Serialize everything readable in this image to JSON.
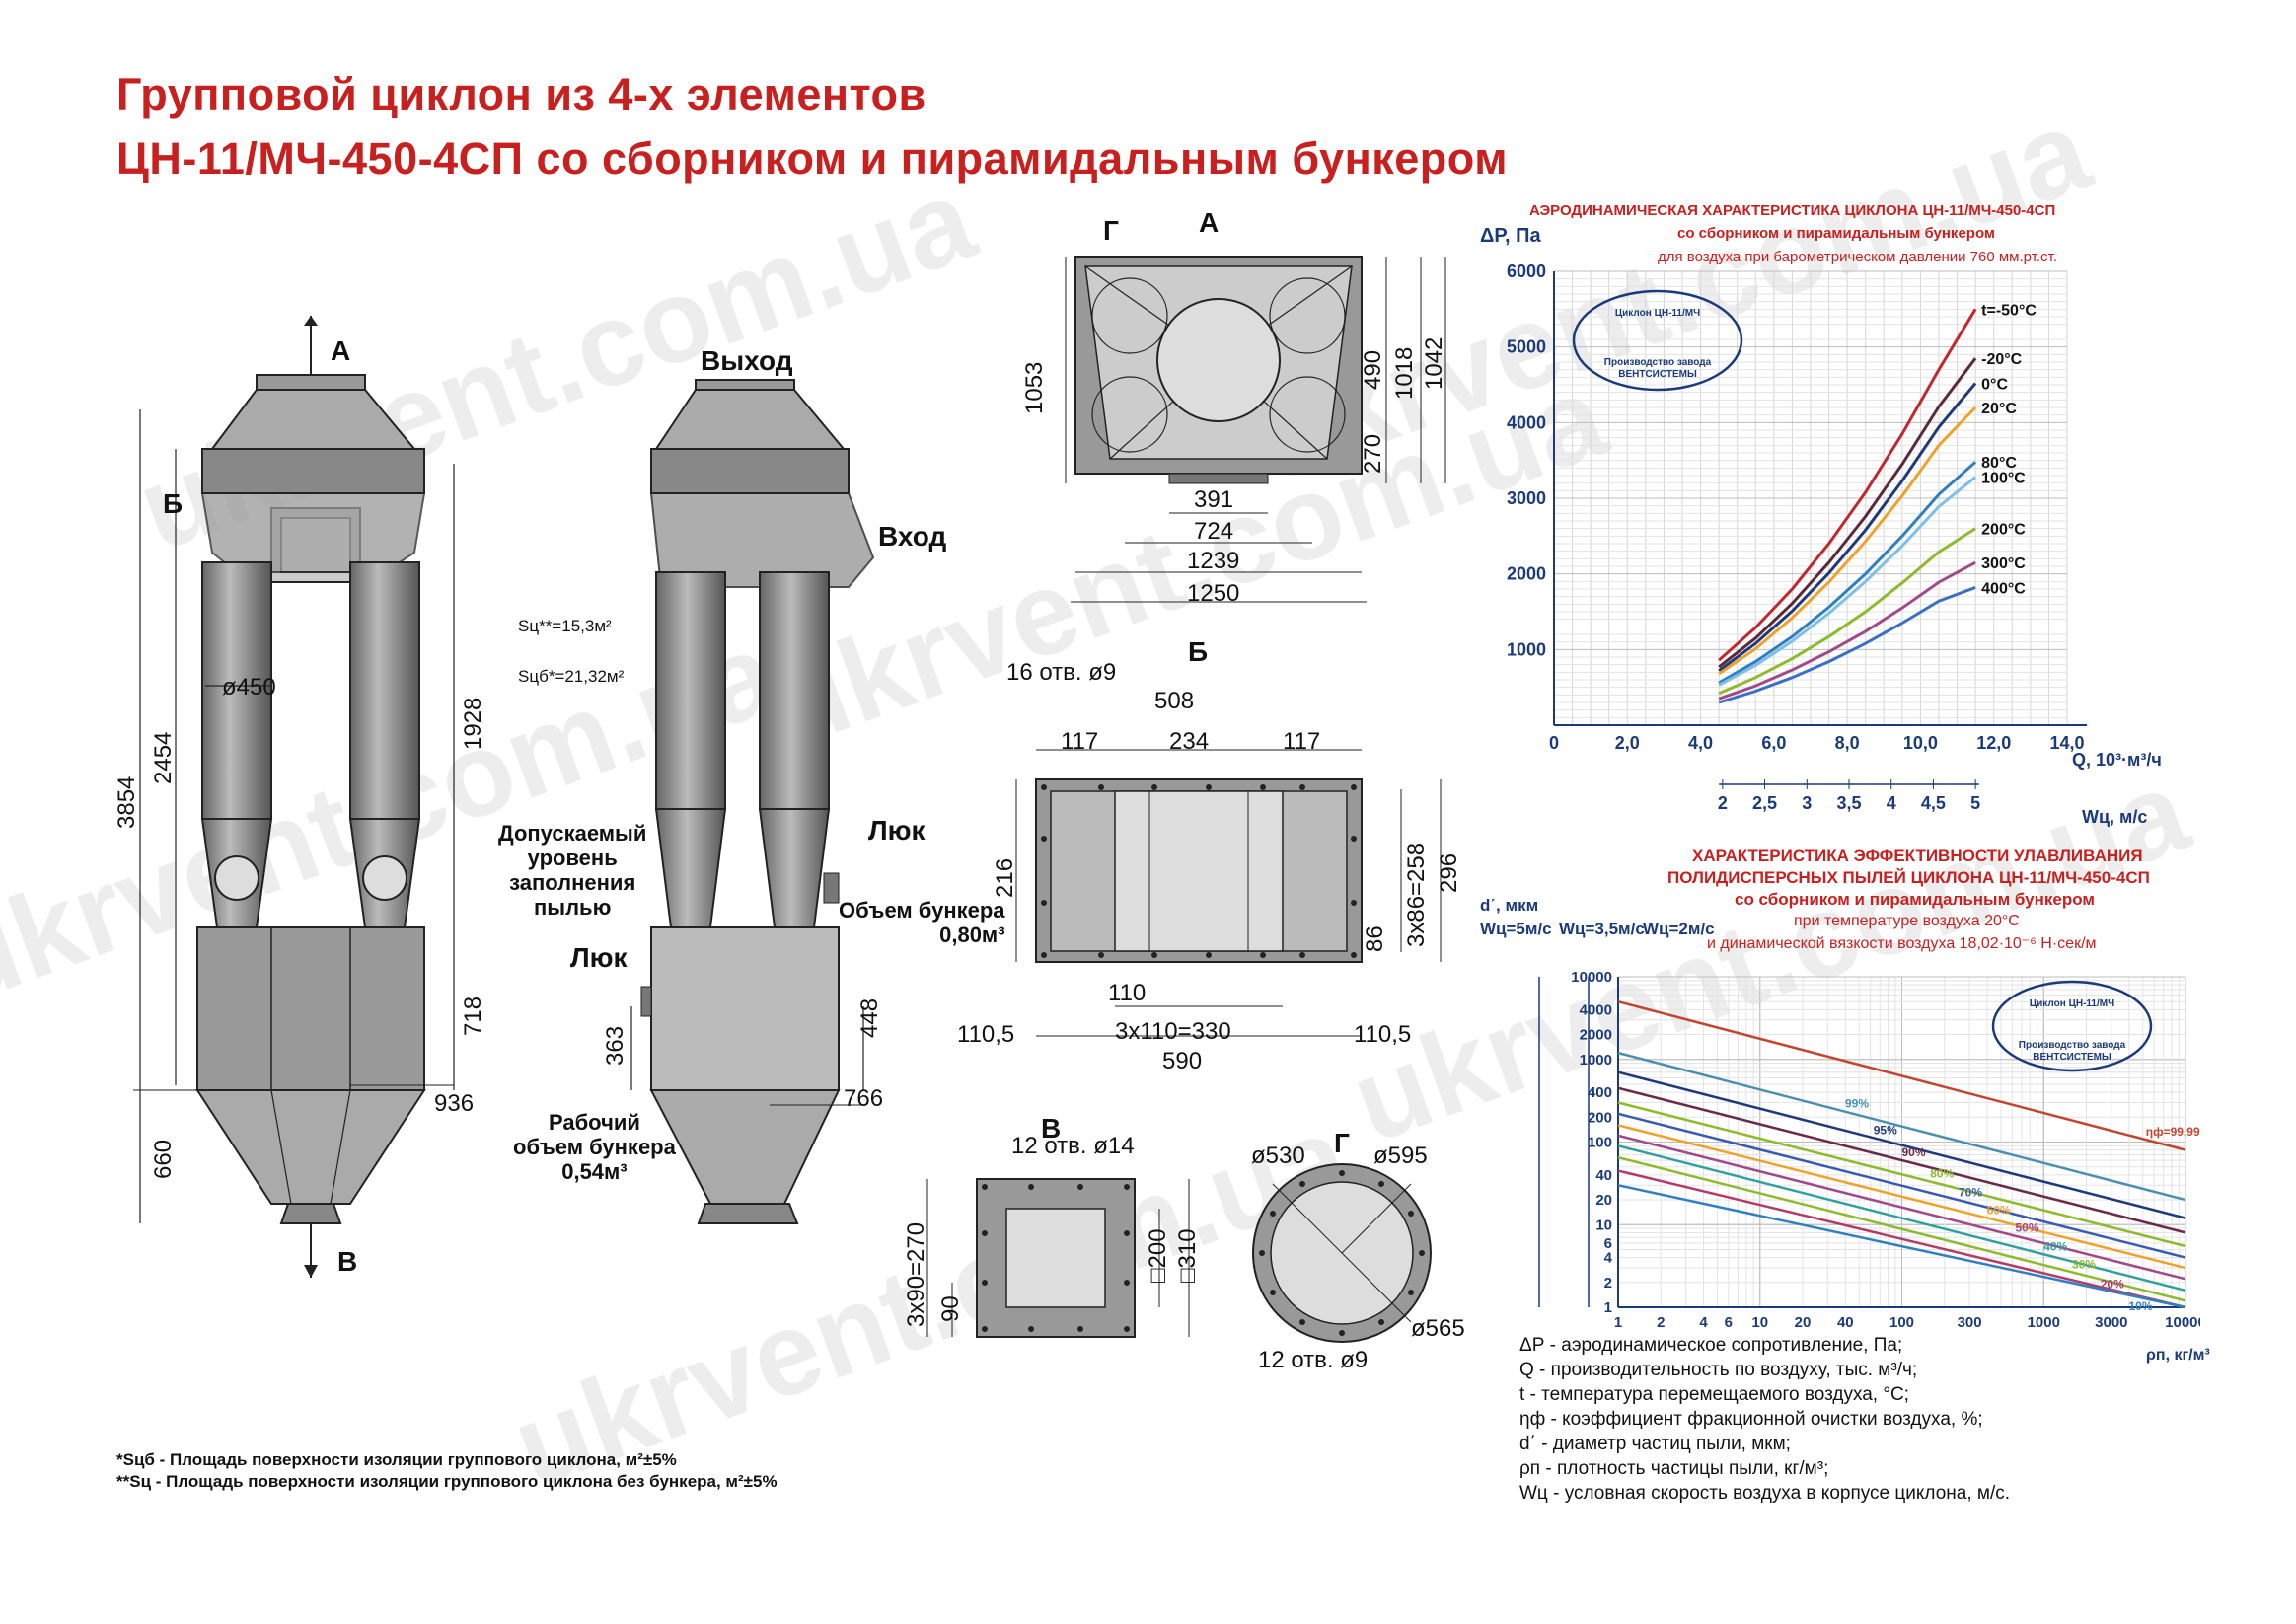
{
  "title_line1": "Групповой циклон из 4-х элементов",
  "title_line2": "ЦН-11/МЧ-450-4СП со сборником и пирамидальным бункером",
  "watermark": "ukrvent.com.ua",
  "views": {
    "front": {
      "label_A": "А",
      "label_B": "Б",
      "label_V": "В",
      "dia": "ø450",
      "dims": [
        "3854",
        "2454",
        "1928",
        "718",
        "660",
        "936"
      ]
    },
    "side": {
      "exit": "Выход",
      "entry": "Вход",
      "hatch1": "Люк",
      "hatch2": "Люк",
      "area1": "Sц**=15,3м²",
      "area2": "Sцб*=21,32м²",
      "fill_level": [
        "Допускаемый",
        "уровень",
        "заполнения",
        "пылью"
      ],
      "bunker_volume": [
        "Объем бункера",
        "0,80м³"
      ],
      "work_volume": [
        "Рабочий",
        "объем бункера",
        "0,54м³"
      ],
      "dims": [
        "363",
        "448",
        "766"
      ]
    },
    "top_A": {
      "label_G": "Г",
      "label_A": "А",
      "dims": [
        "1053",
        "490",
        "1018",
        "1042",
        "270",
        "391",
        "724",
        "1239",
        "1250"
      ]
    },
    "flange_B": {
      "label": "Б",
      "holes": "16 отв. ø9",
      "dims": [
        "508",
        "117",
        "234",
        "117",
        "216",
        "3x86=258",
        "296",
        "86",
        "110",
        "110,5",
        "3x110=330",
        "110,5",
        "590"
      ]
    },
    "flange_V": {
      "label": "В",
      "holes": "12 отв. ø14",
      "dims": [
        "3x90=270",
        "90",
        "□200",
        "□310"
      ]
    },
    "flange_G": {
      "label": "Г",
      "holes": "12 отв. ø9",
      "dims": [
        "ø530",
        "ø595",
        "ø565"
      ]
    }
  },
  "chart1_text": {
    "title": "АЭРОДИНАМИЧЕСКАЯ  ХАРАКТЕРИСТИКА  ЦИКЛОНА  ЦН-11/МЧ-450-4СП",
    "sub": "со сборником и пирамидальным бункером",
    "note": "для воздуха при барометрическом давлении 760 мм.рт.ст.",
    "ylabel": "ΔР, Па",
    "xlabel": "Q, 10³·м³/ч",
    "x2label": "Wц, м/с",
    "x2_ticks": [
      "2",
      "2,5",
      "3",
      "3,5",
      "4",
      "4,5",
      "5"
    ],
    "stamp": [
      "Циклон ЦН-11/МЧ",
      "Производство завода",
      "ВЕНТСИСТЕМЫ"
    ]
  },
  "chart2_text": {
    "title": "ХАРАКТЕРИСТИКА  ЭФФЕКТИВНОСТИ  УЛАВЛИВАНИЯ",
    "sub1": "ПОЛИДИСПЕРСНЫХ ПЫЛЕЙ ЦИКЛОНА ЦН-11/МЧ-450-4СП",
    "sub2": "со сборником и пирамидальным бункером",
    "note1": "при температуре воздуха 20°С",
    "note2": "и динамической вязкости воздуха  18,02·10⁻⁶ Н·сек/м",
    "ylabel": "d΄, мкм",
    "w_labels": [
      "Wц=5м/с",
      "Wц=3,5м/с",
      "Wц=2м/с"
    ],
    "xlabel": "ρп, кг/м³",
    "stamp": [
      "Циклон ЦН-11/МЧ",
      "Производство завода",
      "ВЕНТСИСТЕМЫ"
    ]
  },
  "chart_data": [
    {
      "type": "line",
      "title": "АЭРОДИНАМИЧЕСКАЯ  ХАРАКТЕРИСТИКА  ЦИКЛОНА  ЦН-11/МЧ-450-4СП",
      "xlabel": "Q, 10³·м³/ч",
      "ylabel": "ΔР, Па",
      "xlim": [
        0,
        14
      ],
      "ylim": [
        0,
        6000
      ],
      "x_ticks": [
        "0",
        "2,0",
        "4,0",
        "6,0",
        "8,0",
        "10,0",
        "12,0",
        "14,0"
      ],
      "y_ticks": [
        "1000",
        "2000",
        "3000",
        "4000",
        "5000",
        "6000"
      ],
      "x": [
        4.5,
        5.5,
        6.5,
        7.5,
        8.5,
        9.5,
        10.5,
        11.5
      ],
      "grid": true,
      "series": [
        {
          "name": "t=-50°С",
          "color": "#c2272d",
          "values": [
            860,
            1290,
            1800,
            2400,
            3080,
            3850,
            4700,
            5500
          ]
        },
        {
          "name": "-20°С",
          "color": "#5a2a3a",
          "values": [
            770,
            1150,
            1610,
            2150,
            2760,
            3450,
            4210,
            4850
          ]
        },
        {
          "name": "0°С",
          "color": "#1e3a7a",
          "values": [
            720,
            1080,
            1510,
            2010,
            2580,
            3230,
            3940,
            4520
          ]
        },
        {
          "name": "20°С",
          "color": "#f0a12a",
          "values": [
            680,
            1010,
            1420,
            1890,
            2430,
            3030,
            3700,
            4200
          ]
        },
        {
          "name": "80°С",
          "color": "#2f7fc1",
          "values": [
            560,
            840,
            1170,
            1560,
            2000,
            2500,
            3050,
            3480
          ]
        },
        {
          "name": "100°С",
          "color": "#7fbfe6",
          "values": [
            530,
            790,
            1110,
            1480,
            1900,
            2370,
            2890,
            3280
          ]
        },
        {
          "name": "200°С",
          "color": "#8dbb2d",
          "values": [
            420,
            630,
            880,
            1170,
            1500,
            1880,
            2290,
            2600
          ]
        },
        {
          "name": "300°С",
          "color": "#a04a8a",
          "values": [
            350,
            520,
            730,
            970,
            1240,
            1550,
            1890,
            2150
          ]
        },
        {
          "name": "400°С",
          "color": "#3a6fc5",
          "values": [
            300,
            450,
            630,
            840,
            1080,
            1350,
            1640,
            1820
          ]
        }
      ]
    },
    {
      "type": "line",
      "title": "ХАРАКТЕРИСТИКА  ЭФФЕКТИВНОСТИ  УЛАВЛИВАНИЯ",
      "xlabel": "ρп, кг/м³",
      "ylabel": "d΄, мкм",
      "x_scale": "log",
      "y_scale": "log",
      "xlim": [
        1,
        10000
      ],
      "ylim": [
        1,
        10000
      ],
      "x_ticks": [
        "1",
        "2",
        "4",
        "6",
        "10",
        "20",
        "40",
        "100",
        "300",
        "1000",
        "3000",
        "10000"
      ],
      "y_ticks": [
        "1",
        "2",
        "4",
        "6",
        "10",
        "20",
        "40",
        "100",
        "200",
        "400",
        "1000",
        "2000",
        "4000",
        "10000"
      ],
      "x": [
        1,
        10000
      ],
      "grid": true,
      "series": [
        {
          "name": "ηф=99,99%",
          "color": "#c2462d",
          "values": [
            5000,
            80
          ]
        },
        {
          "name": "99%",
          "color": "#4b8fb0",
          "values": [
            1200,
            20
          ]
        },
        {
          "name": "95%",
          "color": "#1e3a7a",
          "values": [
            700,
            12
          ]
        },
        {
          "name": "90%",
          "color": "#6a2a4a",
          "values": [
            450,
            8
          ]
        },
        {
          "name": "80%",
          "color": "#8dbb2d",
          "values": [
            300,
            5.5
          ]
        },
        {
          "name": "70%",
          "color": "#3a5ab0",
          "values": [
            220,
            4
          ]
        },
        {
          "name": "60%",
          "color": "#f0a12a",
          "values": [
            160,
            3
          ]
        },
        {
          "name": "50%",
          "color": "#a04a8a",
          "values": [
            120,
            2.2
          ]
        },
        {
          "name": "40%",
          "color": "#2f9f9f",
          "values": [
            90,
            1.6
          ]
        },
        {
          "name": "30%",
          "color": "#8dbb2d",
          "values": [
            65,
            1.2
          ]
        },
        {
          "name": "20%",
          "color": "#b43a6a",
          "values": [
            45,
            0.85
          ]
        },
        {
          "name": "10%",
          "color": "#2f7fc1",
          "values": [
            30,
            0.55
          ]
        }
      ]
    }
  ],
  "legend": [
    "ΔР - аэродинамическое сопротивление, Па;",
    "Q - производительность по воздуху, тыс. м³/ч;",
    "t - температура перемещаемого воздуха, °С;",
    "ηф - коэффициент фракционной очистки воздуха, %;",
    "d΄ - диаметр частиц пыли, мкм;",
    "ρп - плотность частицы пыли, кг/м³;",
    "Wц - условная скорость воздуха в корпусе циклона, м/с."
  ],
  "footnotes": [
    "*Sцб - Площадь поверхности изоляции группового циклона, м²±5%",
    "**Sц - Площадь поверхности изоляции группового циклона без бункера, м²±5%"
  ]
}
